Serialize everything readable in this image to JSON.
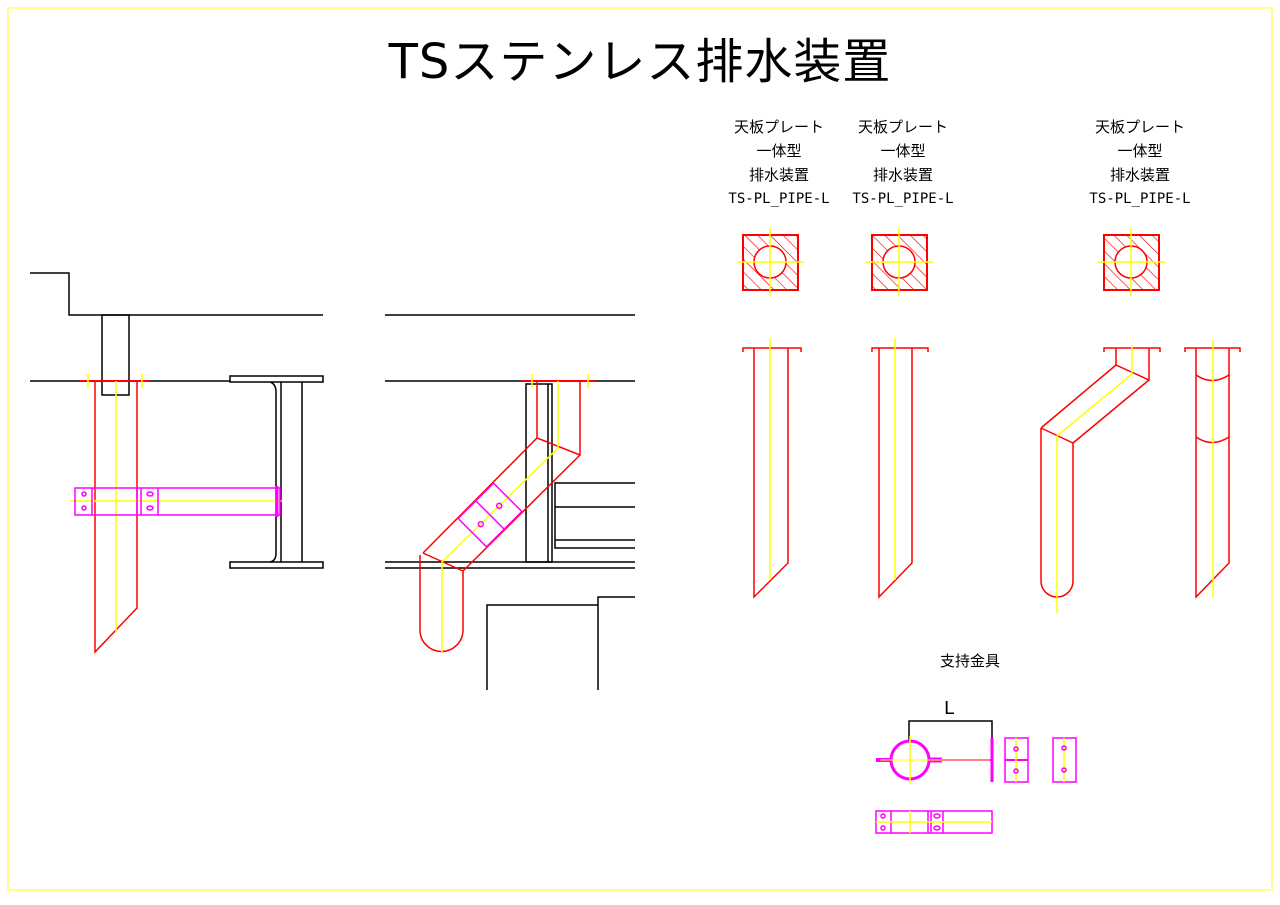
{
  "title": "TSステンレス排水装置",
  "products": [
    {
      "line1": "天板プレート",
      "line2": "一体型",
      "line3": "排水装置",
      "code": "TS-PL_PIPE-L"
    },
    {
      "line1": "天板プレート",
      "line2": "一体型",
      "line3": "排水装置",
      "code": "TS-PL_PIPE-L"
    },
    {
      "line1": "天板プレート",
      "line2": "一体型",
      "line3": "排水装置",
      "code": "TS-PL_PIPE-L"
    }
  ],
  "support": {
    "title": "支持金具",
    "dimension_label": "L"
  },
  "colors": {
    "pipe": "#ff0000",
    "centerline": "#ffff00",
    "bracket": "#ff00ff",
    "structure": "#000000",
    "border": "#ffff66"
  }
}
